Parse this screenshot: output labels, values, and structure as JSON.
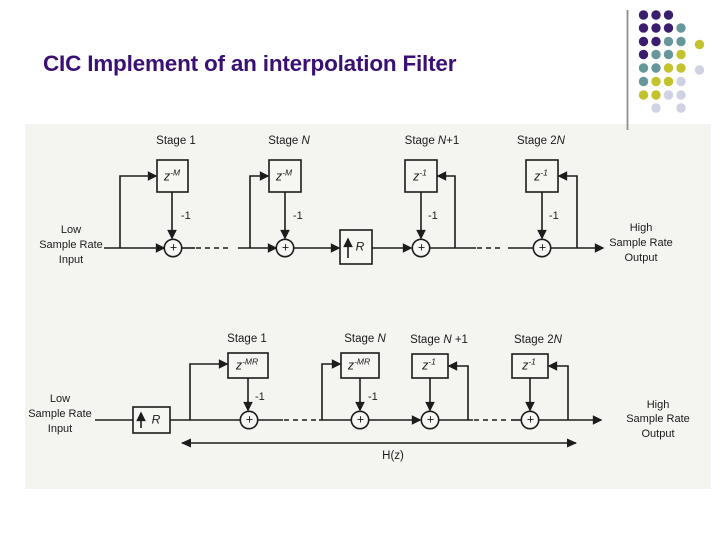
{
  "slide": {
    "title": "CIC Implement of an interpolation Filter",
    "colors": {
      "title_text": "#3a1173"
    }
  },
  "decoration": {
    "colors": {
      "purple": "#3b1d6e",
      "teal": "#66989b",
      "yellow": "#c3c32d",
      "gray": "#d0d1e2",
      "line": "#8f8f8f"
    }
  },
  "diagram_top": {
    "input_label": [
      "Low",
      "Sample Rate",
      "Input"
    ],
    "output_label": [
      "High",
      "Sample Rate",
      "Output"
    ],
    "upsampler_label": "R",
    "adder_symbol": "+",
    "stages": [
      {
        "title_prefix": "Stage 1",
        "title_italic": "",
        "title_suffix": "",
        "delay_base": "z",
        "delay_sup": "-M",
        "gain": "-1"
      },
      {
        "title_prefix": "Stage ",
        "title_italic": "N",
        "title_suffix": "",
        "delay_base": "z",
        "delay_sup": "-M",
        "gain": "-1"
      },
      {
        "title_prefix": "Stage ",
        "title_italic": "N",
        "title_suffix": "+1",
        "delay_base": "z",
        "delay_sup": "-1",
        "gain": "-1"
      },
      {
        "title_prefix": "Stage 2",
        "title_italic": "N",
        "title_suffix": "",
        "delay_base": "z",
        "delay_sup": "-1",
        "gain": "-1"
      }
    ]
  },
  "diagram_bottom": {
    "input_label": [
      "Low",
      "Sample Rate",
      "Input"
    ],
    "output_label": [
      "High",
      "Sample Rate",
      "Output"
    ],
    "upsampler_label": "R",
    "adder_symbol": "+",
    "transfer_function_label": "H(z)",
    "stages": [
      {
        "title_prefix": "Stage 1",
        "title_italic": "",
        "title_suffix": "",
        "delay_base": "z",
        "delay_sup": "-MR",
        "gain": "-1"
      },
      {
        "title_prefix": "Stage ",
        "title_italic": "N",
        "title_suffix": "",
        "delay_base": "z",
        "delay_sup": "-MR",
        "gain": "-1"
      },
      {
        "title_prefix": "Stage ",
        "title_italic": "N",
        "title_suffix": " +1",
        "delay_base": "z",
        "delay_sup": "-1",
        "gain": ""
      },
      {
        "title_prefix": "Stage 2",
        "title_italic": "N",
        "title_suffix": "",
        "delay_base": "z",
        "delay_sup": "-1",
        "gain": ""
      }
    ]
  }
}
